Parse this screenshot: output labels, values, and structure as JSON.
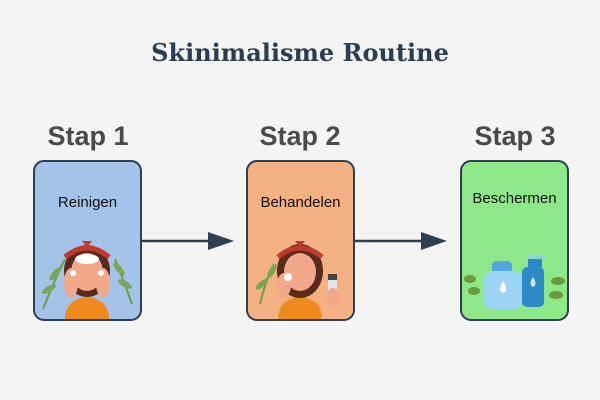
{
  "title": "Skinimalisme Routine",
  "steps": [
    {
      "heading": "Stap 1",
      "label": "Reinigen",
      "color": "#a3c4e8",
      "icon": "face-washing-illustration"
    },
    {
      "heading": "Stap 2",
      "label": "Behandelen",
      "color": "#f4b183",
      "icon": "face-treatment-illustration"
    },
    {
      "heading": "Stap 3",
      "label": "Beschermen",
      "color": "#8ee88a",
      "icon": "skincare-bottles-illustration"
    }
  ],
  "colors": {
    "border": "#2e3f52",
    "arrow": "#2e3f52",
    "title": "#2b3d52"
  }
}
